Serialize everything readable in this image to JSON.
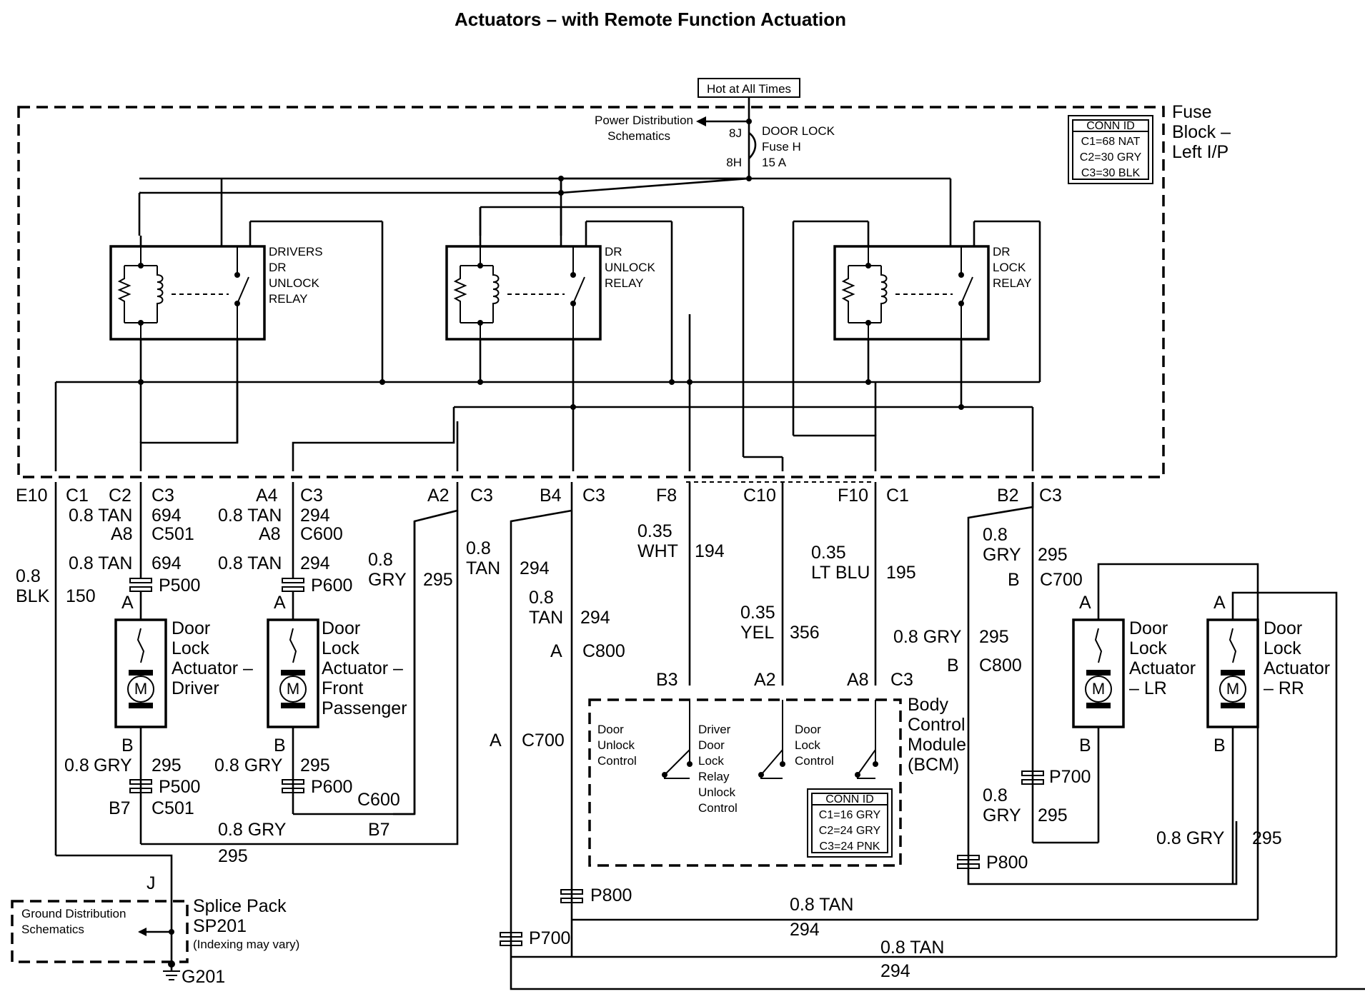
{
  "title": "Actuators – with Remote Function Actuation",
  "hot_label": "Hot at All Times",
  "fuse_block": {
    "label_lines": [
      "Fuse",
      "Block –",
      "Left I/P"
    ],
    "conn_id_title": "CONN ID",
    "conn_ids": [
      "C1=68 NAT",
      "C2=30 GRY",
      "C3=30 BLK"
    ],
    "power_dist_lines": [
      "Power Distribution",
      "Schematics"
    ],
    "fuse_pins": [
      "8J",
      "8H"
    ],
    "fuse_lines": [
      "DOOR LOCK",
      "Fuse H",
      "15 A"
    ]
  },
  "relays": [
    {
      "lines": [
        "DRIVERS",
        "DR",
        "UNLOCK",
        "RELAY"
      ]
    },
    {
      "lines": [
        "DR",
        "UNLOCK",
        "RELAY"
      ]
    },
    {
      "lines": [
        "DR",
        "LOCK",
        "RELAY"
      ]
    }
  ],
  "connectors": [
    {
      "pin": "E10",
      "conn": "C1"
    },
    {
      "pin": "C2",
      "conn": "C3"
    },
    {
      "pin": "A4",
      "conn": "C3"
    },
    {
      "pin": "A2",
      "conn": "C3"
    },
    {
      "pin": "B4",
      "conn": "C3"
    },
    {
      "pin": "F8",
      "conn": ""
    },
    {
      "pin": "C10",
      "conn": ""
    },
    {
      "pin": "F10",
      "conn": "C1"
    },
    {
      "pin": "B2",
      "conn": "C3"
    }
  ],
  "wires": {
    "w150": {
      "size": "0.8",
      "color": "BLK",
      "circuit": "150"
    },
    "w694a": {
      "size": "0.8 TAN",
      "circuit": "694",
      "pin": "A8",
      "conn": "C501"
    },
    "w694b": {
      "size": "0.8 TAN",
      "circuit": "694"
    },
    "w294a": {
      "size": "0.8 TAN",
      "circuit": "294",
      "pin": "A8",
      "conn": "C600"
    },
    "w294b": {
      "size": "0.8 TAN",
      "circuit": "294"
    },
    "w295a": {
      "size": "0.8",
      "color": "GRY",
      "circuit": "295"
    },
    "w294c": {
      "size": "0.8",
      "color": "TAN",
      "circuit": "294"
    },
    "w294d": {
      "size": "0.8",
      "color": "TAN",
      "circuit": "294"
    },
    "w194": {
      "size": "0.35",
      "color": "WHT",
      "circuit": "194"
    },
    "w195": {
      "size": "0.35",
      "color": "LT BLU",
      "circuit": "195"
    },
    "w356": {
      "size": "0.35",
      "color": "YEL",
      "circuit": "356"
    },
    "w295b": {
      "size": "0.8",
      "color": "GRY",
      "circuit": "295"
    },
    "w295c": {
      "size": "0.8 GRY",
      "circuit": "295"
    },
    "w295d": {
      "size": "0.8",
      "color": "GRY",
      "circuit": "295"
    },
    "w295e": {
      "size": "0.8 GRY",
      "circuit": "295"
    },
    "w295f": {
      "size": "0.8 GRY",
      "circuit": "295"
    },
    "w295g": {
      "size": "0.8 GRY",
      "circuit": "295"
    },
    "w295h": {
      "size": "0.8 GRY",
      "circuit": "295"
    },
    "w294e": {
      "size": "0.8 TAN",
      "circuit": "294"
    },
    "w294f": {
      "size": "0.8 TAN",
      "circuit": "294"
    }
  },
  "inline": {
    "p500": "P500",
    "p600": "P600",
    "p700": "P700",
    "p800": "P800",
    "c700": "C700",
    "c800": "C800",
    "c600": "C600",
    "c501": "C501",
    "a": "A",
    "b": "B",
    "b7": "B7",
    "j": "J",
    "b3": "B3",
    "a2": "A2",
    "a8": "A8",
    "c3": "C3"
  },
  "actuators": [
    {
      "lines": [
        "Door",
        "Lock",
        "Actuator –",
        "Driver"
      ]
    },
    {
      "lines": [
        "Door",
        "Lock",
        "Actuator –",
        "Front",
        "Passenger"
      ]
    },
    {
      "lines": [
        "Door",
        "Lock",
        "Actuator",
        "– LR"
      ]
    },
    {
      "lines": [
        "Door",
        "Lock",
        "Actuator",
        "– RR"
      ]
    }
  ],
  "motor_label": "M",
  "bcm": {
    "label_lines": [
      "Body",
      "Control",
      "Module",
      "(BCM)"
    ],
    "switch1": [
      "Door",
      "Unlock",
      "Control"
    ],
    "switch2": [
      "Driver",
      "Door",
      "Lock",
      "Relay",
      "Unlock",
      "Control"
    ],
    "switch3": [
      "Door",
      "Lock",
      "Control"
    ],
    "conn_id_title": "CONN ID",
    "conn_ids": [
      "C1=16 GRY",
      "C2=24 GRY",
      "C3=24 PNK"
    ]
  },
  "splice": {
    "lines": [
      "Splice Pack",
      "SP201"
    ],
    "note": "(Indexing may vary)",
    "ground_dist": [
      "Ground Distribution",
      "Schematics"
    ],
    "ground": "G201"
  }
}
